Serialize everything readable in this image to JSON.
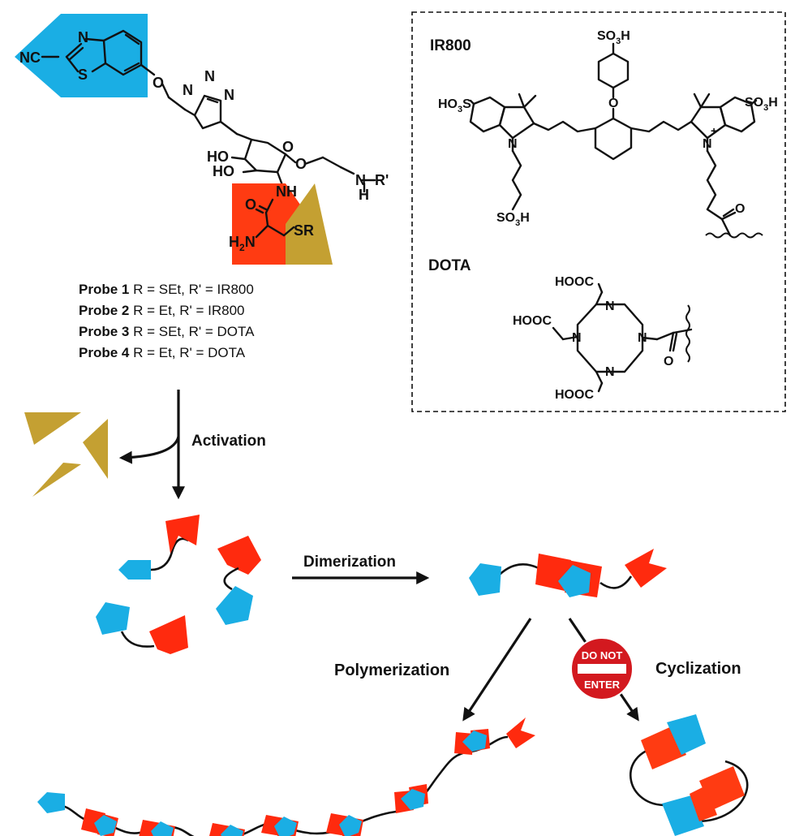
{
  "structure": {
    "nc": "NC",
    "n_btz": "N",
    "s_btz": "S",
    "o_ether": "O",
    "n_tri1": "N",
    "n_tri2": "N",
    "n_tri3": "N",
    "ho1": "HO",
    "ho2": "HO",
    "o_ring": "O",
    "o_link": "O",
    "n_link": "N",
    "h_link": "H",
    "r_prime": "R'",
    "nh": "NH",
    "o_amide": "O",
    "h2n": "H",
    "h2n_sub": "2",
    "h2n_n": "N",
    "sr": "SR"
  },
  "probes": [
    {
      "name": "Probe 1",
      "def": " R = SEt, R' = IR800"
    },
    {
      "name": "Probe 2",
      "def": " R = Et, R' = IR800"
    },
    {
      "name": "Probe 3",
      "def": " R = SEt, R' = DOTA"
    },
    {
      "name": "Probe 4",
      "def": " R = Et, R' = DOTA"
    }
  ],
  "inset": {
    "ir800_title": "IR800",
    "dota_title": "DOTA",
    "so3h": "SO",
    "so3h_sub": "3",
    "so3h_h": "H",
    "ho3s_prefix": "HO",
    "ho3s_sub": "3",
    "ho3s_s": "S",
    "n": "N",
    "o": "O",
    "plus": "+",
    "hooc": "HOOC"
  },
  "steps": {
    "activation": "Activation",
    "dimerization": "Dimerization",
    "polymerization": "Polymerization",
    "cyclization": "Cyclization"
  },
  "sign": {
    "line1": "DO  NOT",
    "line2": "ENTER"
  },
  "colors": {
    "cyan": "#1aaee4",
    "blue": "#2aa5e6",
    "red": "#ff2a0e",
    "orange_red": "#ff3b12",
    "gold": "#c4a032",
    "sign_red": "#d3191f"
  }
}
